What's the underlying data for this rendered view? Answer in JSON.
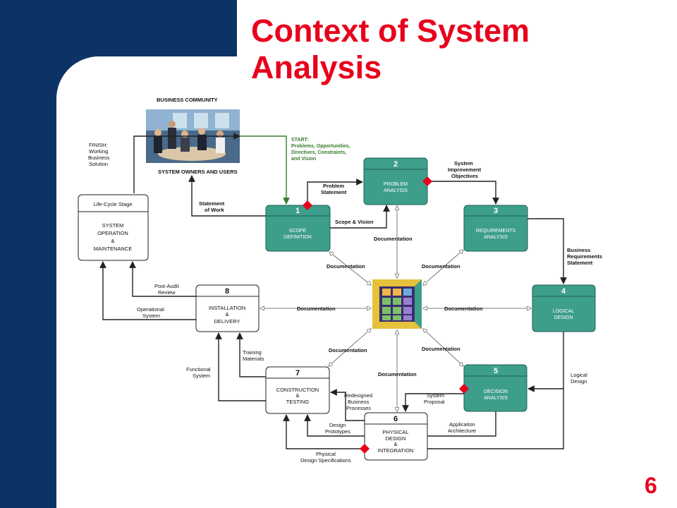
{
  "slide": {
    "title_line1": "Context of System",
    "title_line2": "Analysis",
    "page_number": "6"
  },
  "community": {
    "title": "BUSINESS COMMUNITY",
    "subtitle": "System Owners and Users"
  },
  "start_note": [
    "START:",
    "Problems, Opportunities,",
    "Directives, Constraints,",
    "and Vision"
  ],
  "finish_note": [
    "FINISH:",
    "Working",
    "Business",
    "Solution"
  ],
  "lifecycle": {
    "header": "Life-Cycle Stage",
    "lines": [
      "SYSTEM",
      "OPERATION",
      "&",
      "MAINTENANCE"
    ]
  },
  "phases": [
    {
      "num": "1",
      "lines": [
        "SCOPE",
        "DEFINITION"
      ]
    },
    {
      "num": "2",
      "lines": [
        "PROBLEM",
        "ANALYSIS"
      ]
    },
    {
      "num": "3",
      "lines": [
        "REQUIREMENTS",
        "ANALYSIS"
      ]
    },
    {
      "num": "4",
      "lines": [
        "LOGICAL",
        "DESIGN"
      ]
    },
    {
      "num": "5",
      "lines": [
        "DECISION",
        "ANALYSIS"
      ]
    },
    {
      "num": "6",
      "lines": [
        "PHYSICAL",
        "DESIGN",
        "&",
        "INTEGRATION"
      ]
    },
    {
      "num": "7",
      "lines": [
        "CONSTRUCTION",
        "&",
        "TESTING"
      ]
    },
    {
      "num": "8",
      "lines": [
        "INSTALLATION",
        "&",
        "DELIVERY"
      ]
    }
  ],
  "labels": {
    "statement_of_work": [
      "Statement",
      "of Work"
    ],
    "problem_statement": [
      "Problem",
      "Statement"
    ],
    "scope_vision": "Scope & Vision",
    "system_improvement": [
      "System",
      "Improvement",
      "Objectives"
    ],
    "business_requirements": [
      "Business",
      "Requirements",
      "Statement"
    ],
    "logical_design": [
      "Logical",
      "Design"
    ],
    "system_proposal": [
      "System",
      "Proposal"
    ],
    "application_architecture": [
      "Application",
      "Architecture"
    ],
    "redesigned": [
      "Redesigned",
      "Business",
      "Processes"
    ],
    "design_prototypes": [
      "Design",
      "Prototypes"
    ],
    "physical_design_specs": [
      "Physical",
      "Design Specifications"
    ],
    "functional_system": [
      "Functional",
      "System"
    ],
    "training_materials": [
      "Training",
      "Materials"
    ],
    "post_audit": [
      "Post-Audit",
      "Review"
    ],
    "operational_system": [
      "Operational",
      "System"
    ],
    "documentation": "Documentation"
  },
  "colors": {
    "banner": "#0d3366",
    "title": "#e8001c",
    "phase_fill": "#3e9e8c",
    "diamond": "#e8001c",
    "start_arrow": "#3a7a2e"
  }
}
